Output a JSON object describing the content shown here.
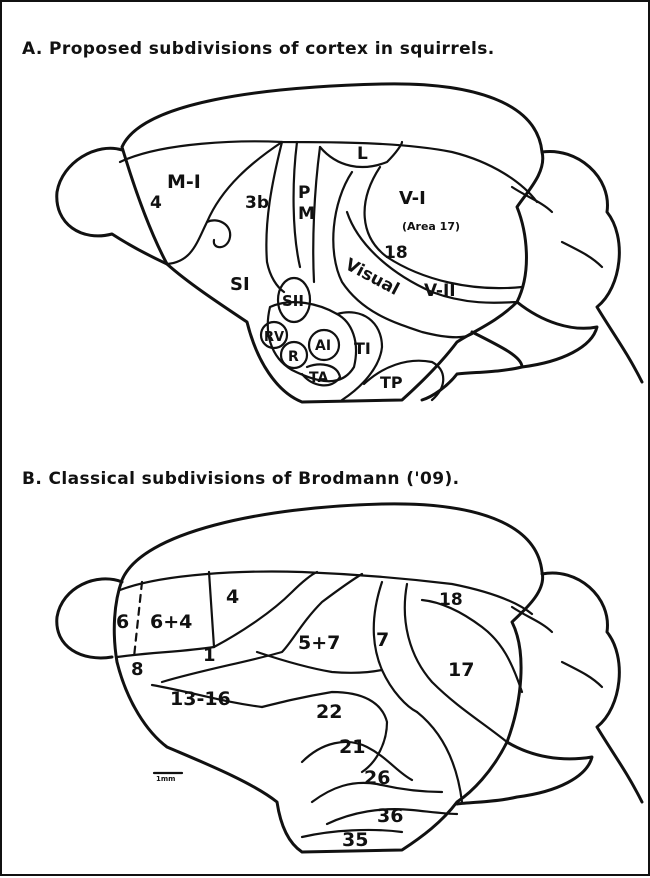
{
  "panel_a": {
    "title": "A. Proposed subdivisions of cortex in squirrels.",
    "areas": {
      "m1": "M-I",
      "area4": "4",
      "area3b": "3b",
      "pm_p": "P",
      "pm_m": "M",
      "l": "L",
      "v1": "V-I",
      "v1_sub": "(Area 17)",
      "area18": "18",
      "visual": "Visual",
      "v2": "V-II",
      "s1": "SI",
      "s2": "SII",
      "rv": "RV",
      "r": "R",
      "a1": "AI",
      "ta": "TA",
      "ti": "TI",
      "tp": "TP"
    }
  },
  "panel_b": {
    "title": "B. Classical subdivisions of Brodmann ('09).",
    "areas": {
      "a6": "6",
      "a6_4": "6+4",
      "a4": "4",
      "a8": "8",
      "a1": "1",
      "a5_7": "5+7",
      "a7": "7",
      "a18": "18",
      "a17": "17",
      "a13_16": "13-16",
      "a22": "22",
      "a21": "21",
      "a26": "26",
      "a36": "36",
      "a35": "35"
    },
    "scale_label": "1mm"
  }
}
